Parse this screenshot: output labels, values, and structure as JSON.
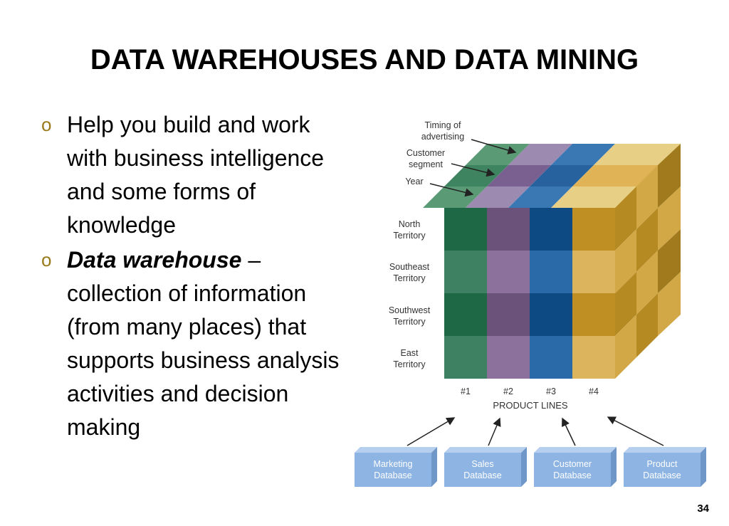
{
  "title": "DATA WAREHOUSES AND DATA MINING",
  "bullets": [
    {
      "marker": "o",
      "text": "Help you build and work with business intelligence and some forms of knowledge"
    },
    {
      "marker": "o",
      "term": "Data warehouse",
      "text": " – collection of information (from many places) that supports business analysis activities and decision making"
    }
  ],
  "diagram": {
    "top_labels": [
      {
        "line1": "Timing of",
        "line2": "advertising"
      },
      {
        "line1": "Customer",
        "line2": "segment"
      },
      {
        "line1": "Year",
        "line2": ""
      }
    ],
    "row_labels": [
      {
        "line1": "North",
        "line2": "Territory"
      },
      {
        "line1": "Southeast",
        "line2": "Territory"
      },
      {
        "line1": "Southwest",
        "line2": "Territory"
      },
      {
        "line1": "East",
        "line2": "Territory"
      }
    ],
    "columns": [
      "#1",
      "#2",
      "#3",
      "#4"
    ],
    "axis_label": "PRODUCT LINES",
    "databases": [
      {
        "line1": "Marketing",
        "line2": "Database"
      },
      {
        "line1": "Sales",
        "line2": "Database"
      },
      {
        "line1": "Customer",
        "line2": "Database"
      },
      {
        "line1": "Product",
        "line2": "Database"
      }
    ],
    "colors": {
      "green": "#2e7650",
      "purple": "#7c5f8c",
      "blue": "#1f5b96",
      "gold": "#c99a2e",
      "db_box": "#8db4e2"
    }
  },
  "page_number": "34"
}
